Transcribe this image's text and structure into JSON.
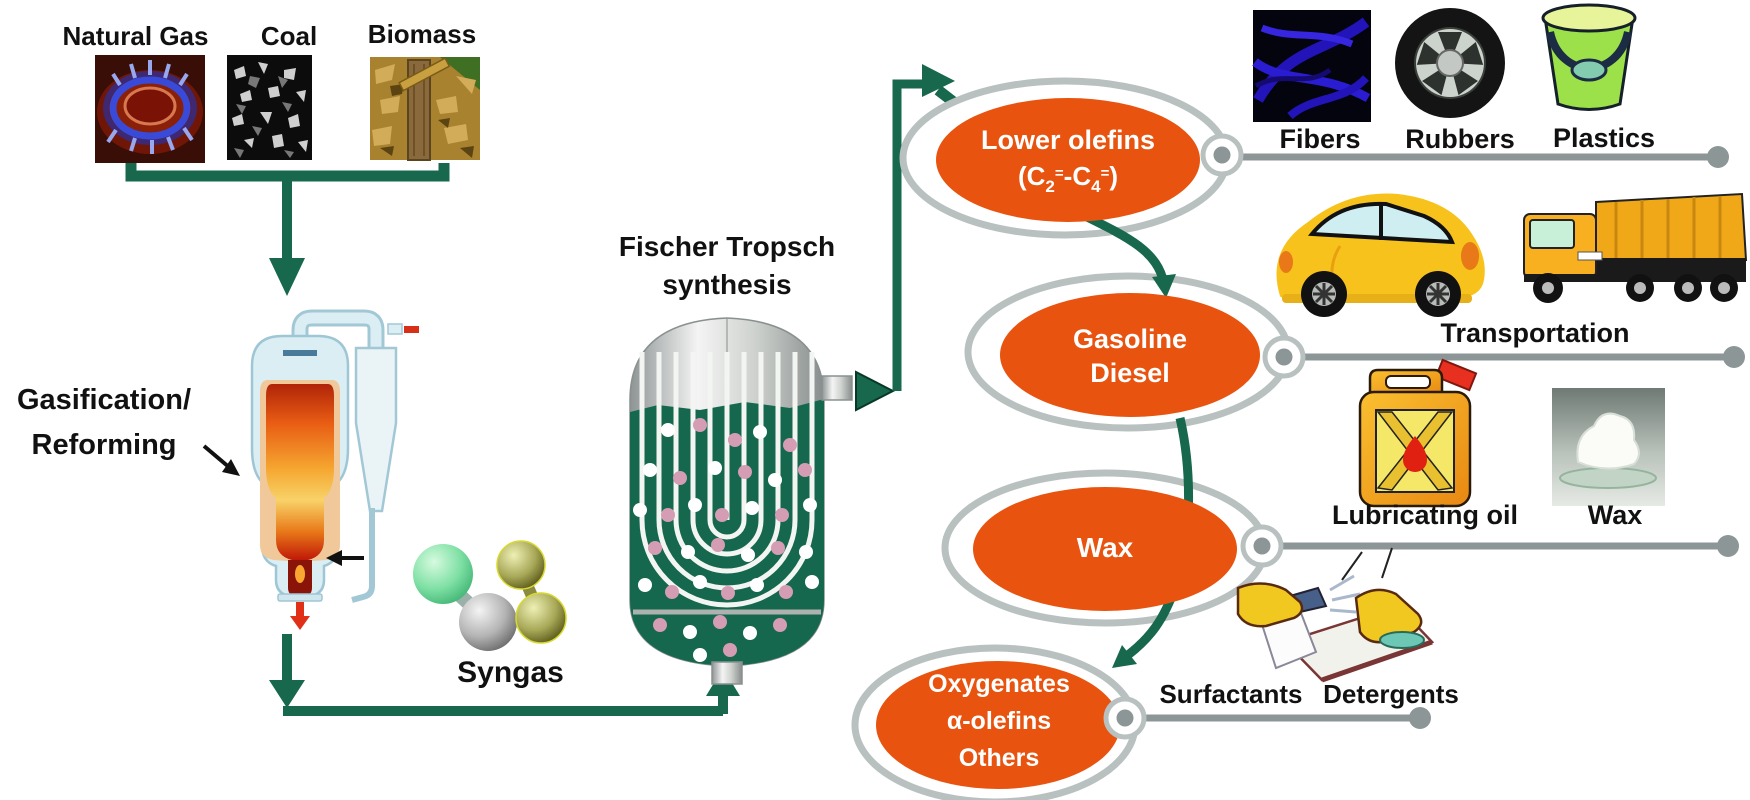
{
  "sources": {
    "natural_gas_label": "Natural Gas",
    "coal_label": "Coal",
    "biomass_label": "Biomass"
  },
  "process": {
    "gasification_line1": "Gasification/",
    "gasification_line2": "Reforming",
    "syngas_label": "Syngas",
    "ft_line1": "Fischer Tropsch",
    "ft_line2": "synthesis"
  },
  "products": {
    "lower_olefins": {
      "title": "Lower olefins",
      "formula": {
        "open": "(C",
        "sub1": "2",
        "sup1": "=",
        "dash": "-C",
        "sub2": "4",
        "sup2": "=",
        "close": ")"
      }
    },
    "gasoline_diesel": {
      "line1": "Gasoline",
      "line2": "Diesel"
    },
    "wax": {
      "label": "Wax"
    },
    "oxygenates": {
      "line1": "Oxygenates",
      "line2": "α-olefins",
      "line3": "Others"
    }
  },
  "applications": {
    "fibers": "Fibers",
    "rubbers": "Rubbers",
    "plastics": "Plastics",
    "transportation": "Transportation",
    "lubricating_oil": "Lubricating oil",
    "wax": "Wax",
    "surfactants": "Surfactants",
    "detergents": "Detergents"
  },
  "colors": {
    "arrow_green": "#17684c",
    "product_orange": "#e8530f",
    "ring_gray": "#b8c0c0",
    "connector_gray": "#8c9696",
    "reactor_liquid_green": "#15684e"
  }
}
